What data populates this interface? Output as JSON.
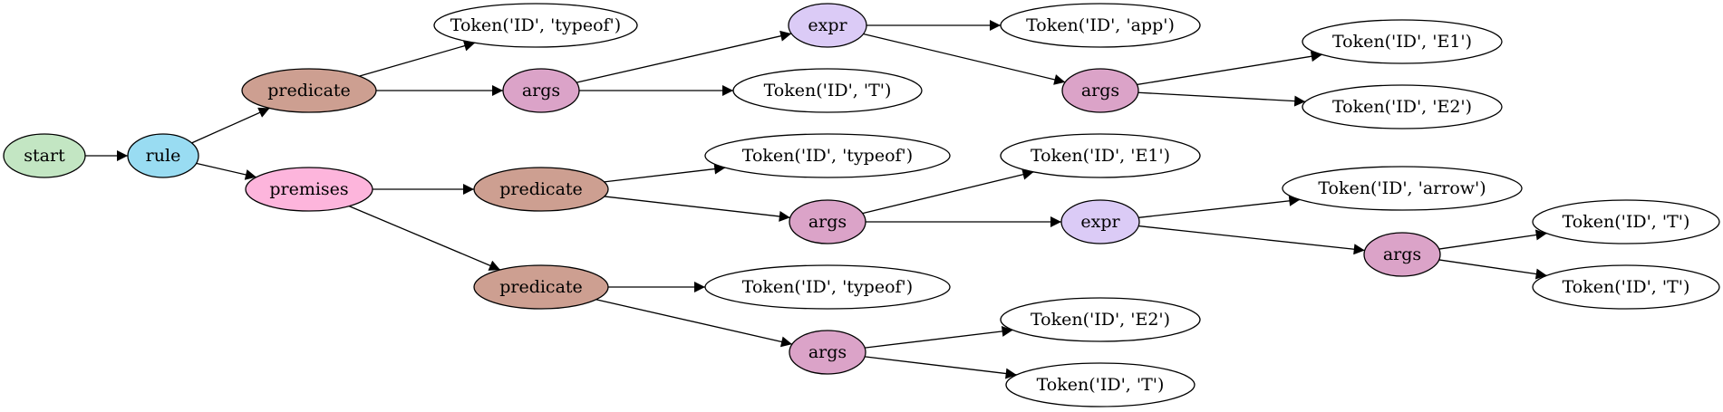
{
  "diagram": {
    "nodes": [
      {
        "id": "n_start",
        "label": "start",
        "fill": "#c3e6c3"
      },
      {
        "id": "n_rule",
        "label": "rule",
        "fill": "#99dcf2"
      },
      {
        "id": "n_pred1",
        "label": "predicate",
        "fill": "#cd9f91"
      },
      {
        "id": "n_prem",
        "label": "premises",
        "fill": "#fdb5dc"
      },
      {
        "id": "n_tok_typeof1",
        "label": "Token('ID', 'typeof')",
        "fill": "#ffffff"
      },
      {
        "id": "n_args1",
        "label": "args",
        "fill": "#dba3c8"
      },
      {
        "id": "n_expr1",
        "label": "expr",
        "fill": "#dbcbf6"
      },
      {
        "id": "n_tok_T1",
        "label": "Token('ID', 'T')",
        "fill": "#ffffff"
      },
      {
        "id": "n_tok_app",
        "label": "Token('ID', 'app')",
        "fill": "#ffffff"
      },
      {
        "id": "n_args2",
        "label": "args",
        "fill": "#dba3c8"
      },
      {
        "id": "n_tok_E1a",
        "label": "Token('ID', 'E1')",
        "fill": "#ffffff"
      },
      {
        "id": "n_tok_E2a",
        "label": "Token('ID', 'E2')",
        "fill": "#ffffff"
      },
      {
        "id": "n_pred2",
        "label": "predicate",
        "fill": "#cd9f91"
      },
      {
        "id": "n_tok_typeof2",
        "label": "Token('ID', 'typeof')",
        "fill": "#ffffff"
      },
      {
        "id": "n_args3",
        "label": "args",
        "fill": "#dba3c8"
      },
      {
        "id": "n_tok_E1b",
        "label": "Token('ID', 'E1')",
        "fill": "#ffffff"
      },
      {
        "id": "n_expr2",
        "label": "expr",
        "fill": "#dbcbf6"
      },
      {
        "id": "n_tok_arrow",
        "label": "Token('ID', 'arrow')",
        "fill": "#ffffff"
      },
      {
        "id": "n_args4",
        "label": "args",
        "fill": "#dba3c8"
      },
      {
        "id": "n_tok_T2",
        "label": "Token('ID', 'T')",
        "fill": "#ffffff"
      },
      {
        "id": "n_tok_T3",
        "label": "Token('ID', 'T')",
        "fill": "#ffffff"
      },
      {
        "id": "n_pred3",
        "label": "predicate",
        "fill": "#cd9f91"
      },
      {
        "id": "n_tok_typeof3",
        "label": "Token('ID', 'typeof')",
        "fill": "#ffffff"
      },
      {
        "id": "n_args5",
        "label": "args",
        "fill": "#dba3c8"
      },
      {
        "id": "n_tok_E2b",
        "label": "Token('ID', 'E2')",
        "fill": "#ffffff"
      },
      {
        "id": "n_tok_T4",
        "label": "Token('ID', 'T')",
        "fill": "#ffffff"
      }
    ],
    "edges": [
      [
        "n_start",
        "n_rule"
      ],
      [
        "n_rule",
        "n_pred1"
      ],
      [
        "n_rule",
        "n_prem"
      ],
      [
        "n_pred1",
        "n_tok_typeof1"
      ],
      [
        "n_pred1",
        "n_args1"
      ],
      [
        "n_args1",
        "n_expr1"
      ],
      [
        "n_args1",
        "n_tok_T1"
      ],
      [
        "n_expr1",
        "n_tok_app"
      ],
      [
        "n_expr1",
        "n_args2"
      ],
      [
        "n_args2",
        "n_tok_E1a"
      ],
      [
        "n_args2",
        "n_tok_E2a"
      ],
      [
        "n_prem",
        "n_pred2"
      ],
      [
        "n_prem",
        "n_pred3"
      ],
      [
        "n_pred2",
        "n_tok_typeof2"
      ],
      [
        "n_pred2",
        "n_args3"
      ],
      [
        "n_args3",
        "n_tok_E1b"
      ],
      [
        "n_args3",
        "n_expr2"
      ],
      [
        "n_expr2",
        "n_tok_arrow"
      ],
      [
        "n_expr2",
        "n_args4"
      ],
      [
        "n_args4",
        "n_tok_T2"
      ],
      [
        "n_args4",
        "n_tok_T3"
      ],
      [
        "n_pred3",
        "n_tok_typeof3"
      ],
      [
        "n_pred3",
        "n_args5"
      ],
      [
        "n_args5",
        "n_tok_E2b"
      ],
      [
        "n_args5",
        "n_tok_T4"
      ]
    ],
    "stroke_color": "#000000"
  }
}
